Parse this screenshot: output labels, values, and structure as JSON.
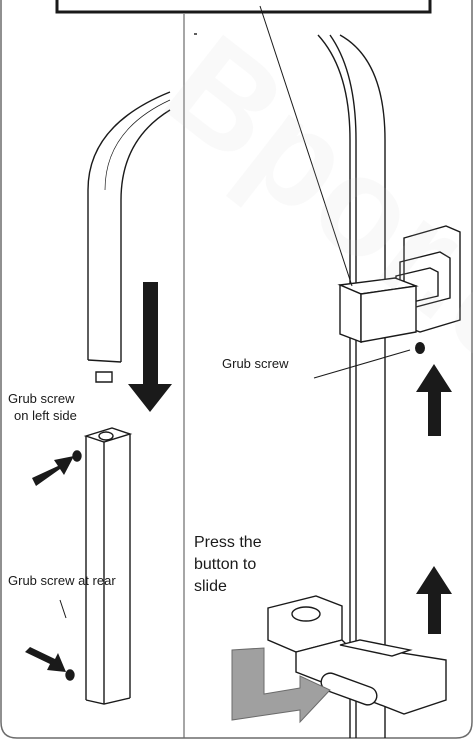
{
  "labels": {
    "grub_left_line1": "Grub screw",
    "grub_left_line2": "on left side",
    "grub_rear": "Grub screw at rear",
    "grub_right": "Grub screw",
    "press_line1": "Press the",
    "press_line2": "button to",
    "press_line3": "slide"
  },
  "watermark_text": "Bpor.co",
  "colors": {
    "ink": "#1a1a1a",
    "frame": "#6b6b6b",
    "watermark": "#cfcfcf"
  }
}
